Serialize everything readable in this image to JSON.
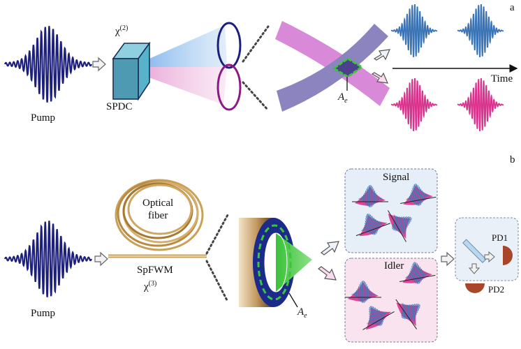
{
  "panel_a": {
    "letter": "a",
    "pump_label": "Pump",
    "crystal_label": "SPDC",
    "nonlinearity_symbol": "χ",
    "nonlinearity_order": "(2)",
    "area_symbol": "A",
    "area_subscript": "e",
    "time_axis_label": "Time"
  },
  "panel_b": {
    "letter": "b",
    "pump_label": "Pump",
    "fiber_label_line1": "Optical",
    "fiber_label_line2": "fiber",
    "process_label": "SpFWM",
    "nonlinearity_symbol": "χ",
    "nonlinearity_order": "(3)",
    "area_symbol": "A",
    "area_subscript": "e",
    "signal_label": "Signal",
    "idler_label": "Idler",
    "detector_1_label": "PD1",
    "detector_2_label": "PD2"
  },
  "colors": {
    "pump": "#1d1f7c",
    "signal": "#3a74b4",
    "idler": "#d8348e",
    "signal_box": "#e6eef8",
    "idler_box": "#f8e3ef",
    "overlap": "#3ec43a",
    "fiber": "#c9a057"
  }
}
